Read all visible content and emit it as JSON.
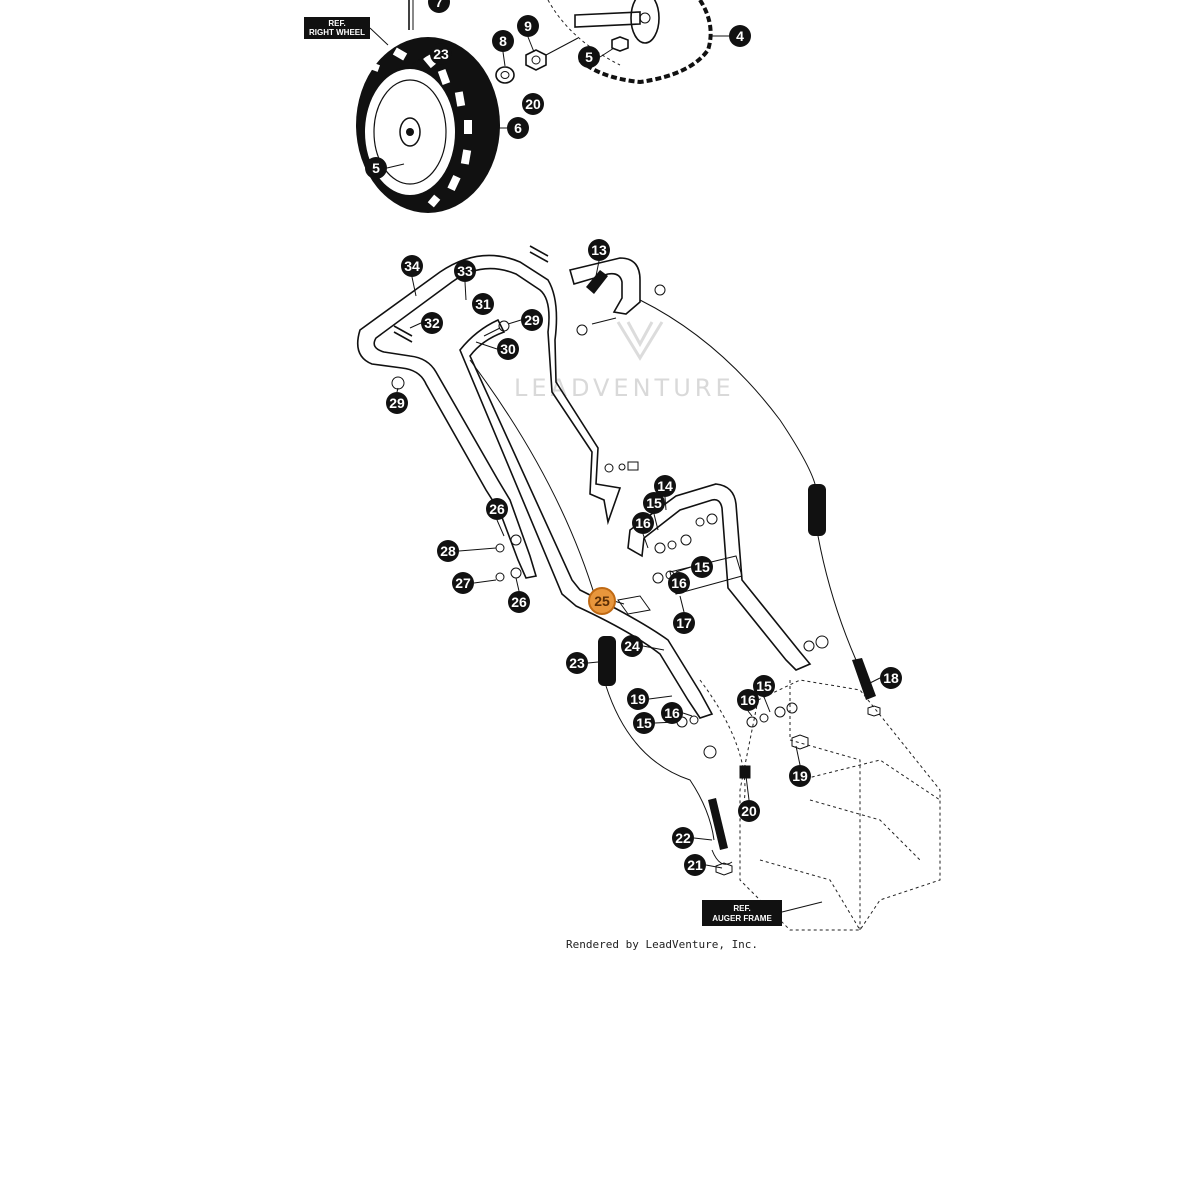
{
  "diagram": {
    "watermark": "LEADVENTURE",
    "credit": "Rendered by LeadVenture, Inc.",
    "ref_labels": {
      "right_wheel": [
        "REF.",
        "RIGHT WHEEL"
      ],
      "auger_frame": [
        "REF.",
        "AUGER FRAME"
      ]
    },
    "selected_callout": "25",
    "colors": {
      "callout": "#111111",
      "selected": "#e8963c",
      "line": "#111111"
    }
  },
  "callouts": {
    "c7": "7",
    "c23a": "23",
    "c8": "8",
    "c9": "9",
    "c5a": "5",
    "c4": "4",
    "c20a": "20",
    "c6": "6",
    "c5b": "5",
    "c34": "34",
    "c33": "33",
    "c13": "13",
    "c31": "31",
    "c32": "32",
    "c29a": "29",
    "c30": "30",
    "c29b": "29",
    "c14": "14",
    "c15a": "15",
    "c16a": "16",
    "c26a": "26",
    "c28": "28",
    "c15b": "15",
    "c16b": "16",
    "c27": "27",
    "c26b": "26",
    "c25": "25",
    "c17": "17",
    "c24": "24",
    "c23b": "23",
    "c18": "18",
    "c19a": "19",
    "c16c": "16",
    "c15c": "15",
    "c15d": "15",
    "c19b": "19",
    "c20b": "20",
    "c22": "22",
    "c21": "21"
  }
}
